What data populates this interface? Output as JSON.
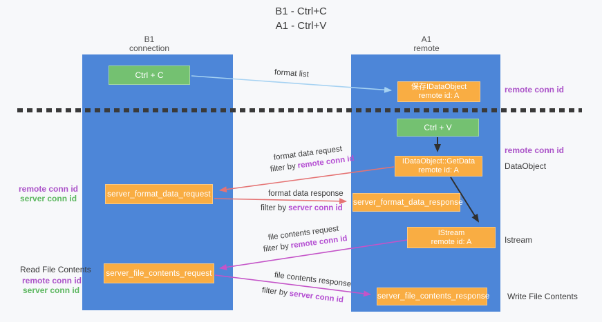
{
  "title": {
    "line1": "B1 - Ctrl+C",
    "line2": "A1 - Ctrl+V"
  },
  "columns": {
    "left": {
      "title": "B1",
      "subtitle": "connection"
    },
    "right": {
      "title": "A1",
      "subtitle": "remote"
    }
  },
  "nodes": {
    "ctrl_c": {
      "label": "Ctrl + C"
    },
    "ctrl_v": {
      "label": "Ctrl + V"
    },
    "save_dataobject": {
      "line1": "保存IDataObject",
      "line2": "remote id: A"
    },
    "getdata": {
      "line1": "IDataObject::GetData",
      "line2": "remote id: A"
    },
    "istream": {
      "line1": "IStream",
      "line2": "remote id: A"
    },
    "server_format_data_request": {
      "label": "server_format_data_request"
    },
    "server_format_data_response": {
      "label": "server_format_data_response"
    },
    "server_file_contents_request": {
      "label": "server_file_contents_request"
    },
    "server_file_contents_response": {
      "label": "server_file_contents_response"
    }
  },
  "annotations": {
    "right_top_remote_conn": "remote conn id",
    "right_mid_remote_conn": "remote conn id",
    "dataobject": "DataObject",
    "istream": "Istream",
    "write_file_contents": "Write File Contents",
    "left_remote_conn_1": "remote conn id",
    "left_server_conn_1": "server conn id",
    "read_file_contents": "Read File Contents",
    "left_remote_conn_2": "remote conn id",
    "left_server_conn_2": "server conn id"
  },
  "flows": {
    "format_list": "format list",
    "format_data_request": "format data request",
    "format_data_response": "format data response",
    "file_contents_request": "file contents request",
    "file_contents_response": "file contents response",
    "filter_by": "filter by",
    "remote_conn_id": "remote conn id",
    "server_conn_id": "server conn id"
  },
  "colors": {
    "column_blue": "#4d86d8",
    "box_green": "#74c171",
    "box_orange": "#f9ad43",
    "purple_text": "#ab53c8",
    "green_text": "#5cb75f",
    "arrow_salmon": "#e57373",
    "arrow_magenta": "#c454c8",
    "arrow_lightblue": "#a6d2f2",
    "arrow_black": "#2f2f2f",
    "dashed_line": "#3a3a3a"
  }
}
